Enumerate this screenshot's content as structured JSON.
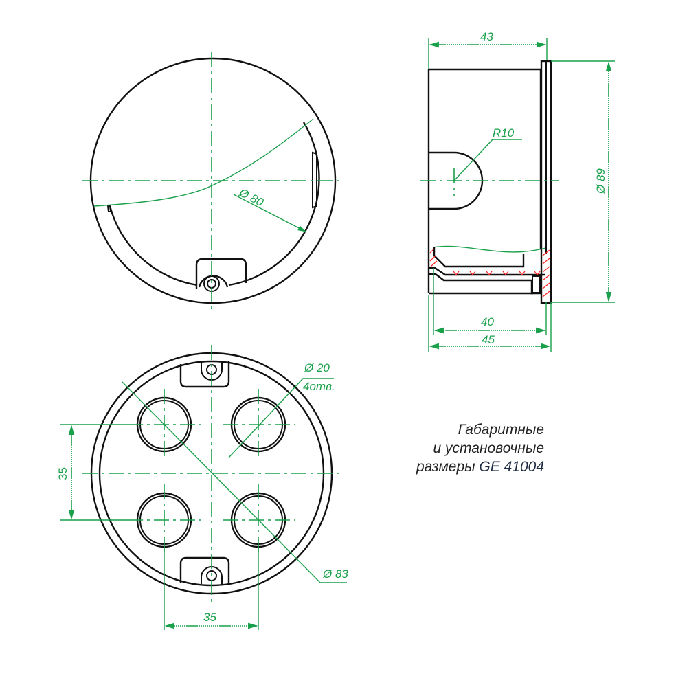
{
  "drawing": {
    "top_view": {
      "diameter_label": "Ø 80"
    },
    "side_view": {
      "width_top_label": "43",
      "radius_label": "R10",
      "diameter_label": "Ø 89",
      "width_inner_label": "40",
      "width_total_label": "45"
    },
    "bottom_view": {
      "hole_diameter_label": "Ø 20",
      "hole_count_label": "4отв.",
      "outer_diameter_label": "Ø 83",
      "vertical_spacing_label": "35",
      "horizontal_spacing_label": "35"
    },
    "caption": {
      "line1": "Габаритные",
      "line2": "и установочные",
      "line3_prefix": "размеры ",
      "model": "GE 41004"
    }
  },
  "colors": {
    "outline": "#111111",
    "dimension": "#19a04a",
    "hatch": "#ff2020"
  }
}
